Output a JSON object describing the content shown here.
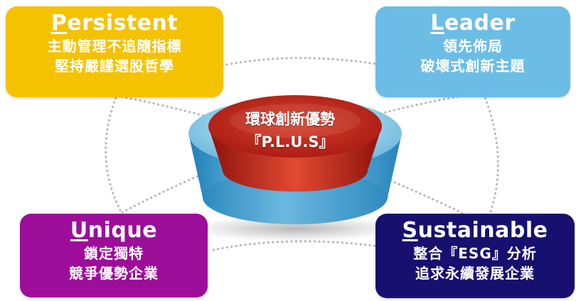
{
  "center": {
    "line1": "環球創新優勢",
    "line2": "『P.L.U.S』"
  },
  "boxes": {
    "persistent": {
      "initial": "P",
      "rest": "ersistent",
      "line1": "主動管理不追隨指標",
      "line2": "堅持嚴謹選股哲學",
      "color": "#f5c200"
    },
    "leader": {
      "initial": "L",
      "rest": "eader",
      "line1": "領先佈局",
      "line2": "破壞式創新主題",
      "color": "#6cbde6"
    },
    "unique": {
      "initial": "U",
      "rest": "nique",
      "line1": "鎖定獨特",
      "line2": "競爭優勢企業",
      "color": "#9c0e9a"
    },
    "sustainable": {
      "initial": "S",
      "rest": "ustainable",
      "line1": "整合『ESG』分析",
      "line2": "追求永續發展企業",
      "color": "#18106e"
    }
  },
  "colors": {
    "disc_inner_red": "#c0271a",
    "disc_outer_blue": "#5aaed8",
    "connector": "#b5b5b5"
  }
}
